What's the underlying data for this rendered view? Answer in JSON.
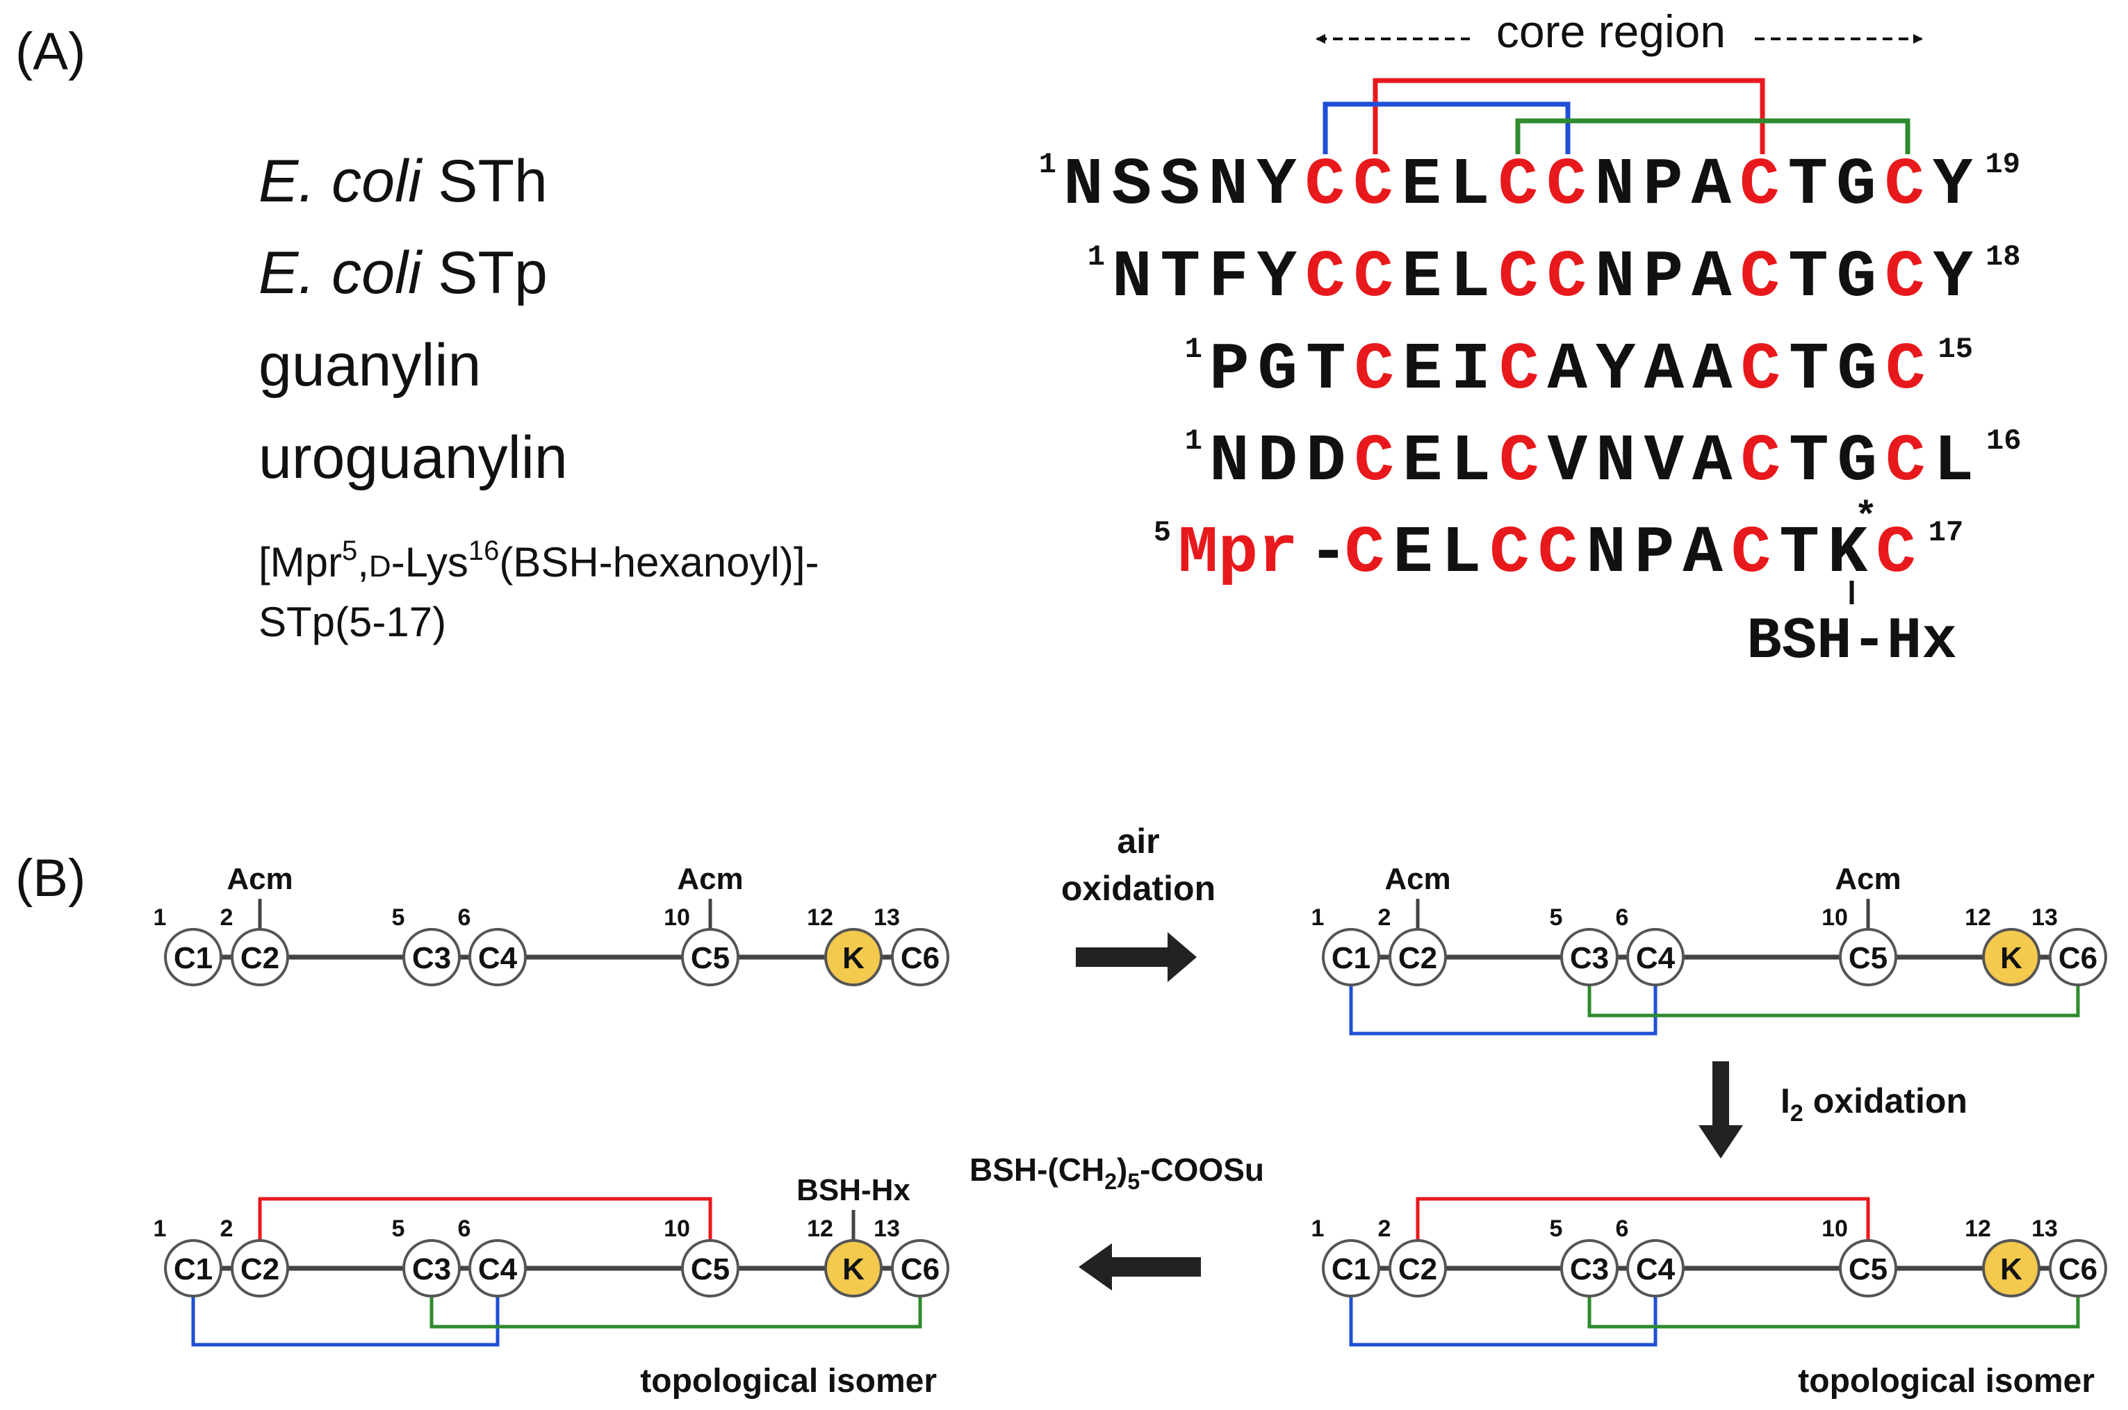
{
  "panel_a": {
    "label": "(A)",
    "core_region_label": "core region",
    "rows": [
      {
        "name_italic": "E. coli",
        "name_rest": " STh",
        "start_num": "1",
        "end_num": "19",
        "sequence": [
          [
            "N",
            "k"
          ],
          [
            "S",
            "k"
          ],
          [
            "S",
            "k"
          ],
          [
            "N",
            "k"
          ],
          [
            "Y",
            "k"
          ],
          [
            "C",
            "r"
          ],
          [
            "C",
            "r"
          ],
          [
            "E",
            "k"
          ],
          [
            "L",
            "k"
          ],
          [
            "C",
            "r"
          ],
          [
            "C",
            "r"
          ],
          [
            "N",
            "k"
          ],
          [
            "P",
            "k"
          ],
          [
            "A",
            "k"
          ],
          [
            "C",
            "r"
          ],
          [
            "T",
            "k"
          ],
          [
            "G",
            "k"
          ],
          [
            "C",
            "r"
          ],
          [
            "Y",
            "k"
          ]
        ]
      },
      {
        "name_italic": "E. coli",
        "name_rest": " STp",
        "start_num": "1",
        "end_num": "18",
        "sequence": [
          [
            "N",
            "k"
          ],
          [
            "T",
            "k"
          ],
          [
            "F",
            "k"
          ],
          [
            "Y",
            "k"
          ],
          [
            "C",
            "r"
          ],
          [
            "C",
            "r"
          ],
          [
            "E",
            "k"
          ],
          [
            "L",
            "k"
          ],
          [
            "C",
            "r"
          ],
          [
            "C",
            "r"
          ],
          [
            "N",
            "k"
          ],
          [
            "P",
            "k"
          ],
          [
            "A",
            "k"
          ],
          [
            "C",
            "r"
          ],
          [
            "T",
            "k"
          ],
          [
            "G",
            "k"
          ],
          [
            "C",
            "r"
          ],
          [
            "Y",
            "k"
          ]
        ]
      },
      {
        "name_italic": "",
        "name_rest": "guanylin",
        "start_num": "1",
        "end_num": "15",
        "sequence": [
          [
            "P",
            "k"
          ],
          [
            "G",
            "k"
          ],
          [
            "T",
            "k"
          ],
          [
            "C",
            "r"
          ],
          [
            "E",
            "k"
          ],
          [
            "I",
            "k"
          ],
          [
            "C",
            "r"
          ],
          [
            "A",
            "k"
          ],
          [
            "Y",
            "k"
          ],
          [
            "A",
            "k"
          ],
          [
            "A",
            "k"
          ],
          [
            "C",
            "r"
          ],
          [
            "T",
            "k"
          ],
          [
            "G",
            "k"
          ],
          [
            "C",
            "r"
          ]
        ]
      },
      {
        "name_italic": "",
        "name_rest": "uroguanylin",
        "start_num": "1",
        "end_num": "16",
        "sequence": [
          [
            "N",
            "k"
          ],
          [
            "D",
            "k"
          ],
          [
            "D",
            "k"
          ],
          [
            "C",
            "r"
          ],
          [
            "E",
            "k"
          ],
          [
            "L",
            "k"
          ],
          [
            "C",
            "r"
          ],
          [
            "V",
            "k"
          ],
          [
            "N",
            "k"
          ],
          [
            "V",
            "k"
          ],
          [
            "A",
            "k"
          ],
          [
            "C",
            "r"
          ],
          [
            "T",
            "k"
          ],
          [
            "G",
            "k"
          ],
          [
            "C",
            "r"
          ],
          [
            "L",
            "k"
          ]
        ]
      },
      {
        "start_num": "5",
        "end_num": "17",
        "mpr": "Mpr",
        "sequence": [
          [
            "-",
            "k"
          ],
          [
            "C",
            "r"
          ],
          [
            "E",
            "k"
          ],
          [
            "L",
            "k"
          ],
          [
            "C",
            "r"
          ],
          [
            "C",
            "r"
          ],
          [
            "N",
            "k"
          ],
          [
            "P",
            "k"
          ],
          [
            "A",
            "k"
          ],
          [
            "C",
            "r"
          ],
          [
            "T",
            "k"
          ],
          [
            "K",
            "k"
          ],
          [
            "C",
            "r"
          ]
        ],
        "asterisk": "*",
        "bsh_label": "BSH-Hx"
      }
    ],
    "analog_name": {
      "line1_a": "[Mpr",
      "line1_sup1": "5",
      "line1_b": ",",
      "line1_d": "D",
      "line1_c": "-Lys",
      "line1_sup2": "16",
      "line1_e": "(BSH-hexanoyl)]-",
      "line2": "STp(5-17)"
    }
  },
  "panel_b": {
    "label": "(B)",
    "acm": "Acm",
    "positions": [
      "1",
      "2",
      "5",
      "6",
      "10",
      "12",
      "13"
    ],
    "residues": [
      "C1",
      "C2",
      "C3",
      "C4",
      "C5",
      "K",
      "C6"
    ],
    "step1_line1": "air",
    "step1_line2": "oxidation",
    "step2_i": "I",
    "step2_sub": "2",
    "step2_rest": " oxidation",
    "step3_a": "BSH-(CH",
    "step3_sub1": "2",
    "step3_b": ")",
    "step3_sub2": "5",
    "step3_c": "-COOSu",
    "bsh_hx": "BSH-Hx",
    "isomer_label": "topological isomer"
  },
  "colors": {
    "cysteine": "#e8191c",
    "text": "#111111",
    "bond_red": "#e8191c",
    "bond_blue": "#1f4fd6",
    "bond_green": "#2e8b2e",
    "lysine_fill": "#f3c94e",
    "backbone": "#444444"
  }
}
